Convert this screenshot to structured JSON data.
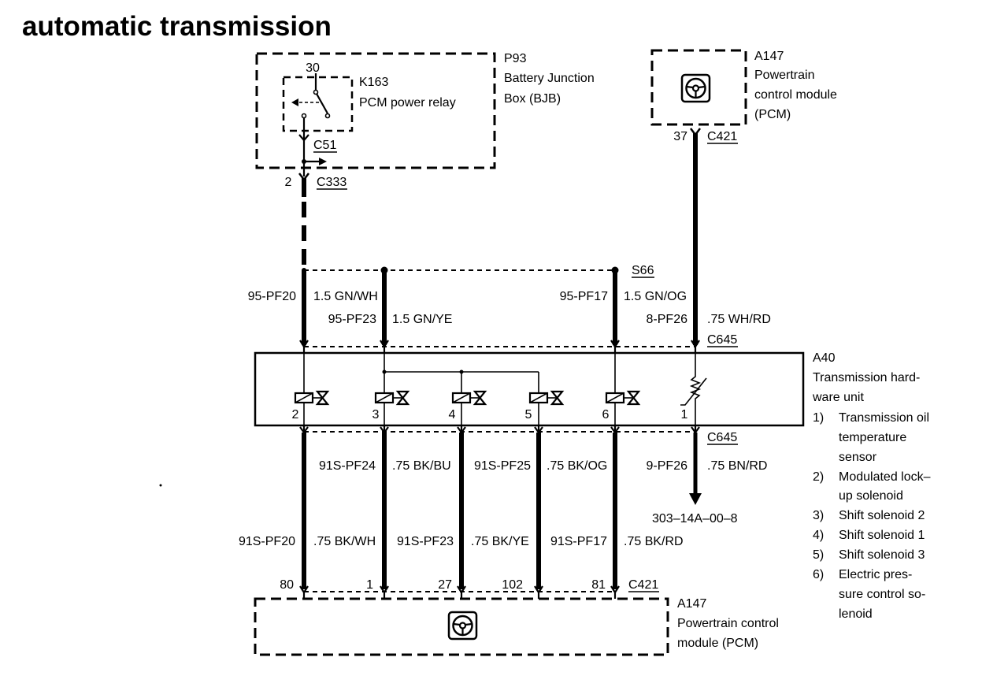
{
  "title": "automatic transmission",
  "bjb": {
    "id": "P93",
    "name": [
      "Battery Junction",
      "Box (BJB)"
    ],
    "relay": {
      "terminal": "30",
      "id": "K163",
      "name": "PCM power relay"
    },
    "internal_connector": "C51",
    "output_pin": "2",
    "output_connector": "C333"
  },
  "pcm_top": {
    "id": "A147",
    "name": [
      "Powertrain",
      "control module",
      "(PCM)"
    ],
    "pin": "37",
    "connector": "C421"
  },
  "splice": "S66",
  "upper_harness": {
    "wires": [
      {
        "circuit": "95-PF20",
        "spec": "1.5 GN/WH"
      },
      {
        "circuit": "95-PF23",
        "spec": "1.5 GN/YE"
      },
      {
        "circuit": "95-PF17",
        "spec": "1.5 GN/OG"
      },
      {
        "circuit": "8-PF26",
        "spec": ".75 WH/RD"
      }
    ],
    "connector": "C645"
  },
  "a40": {
    "id": "A40",
    "name": [
      "Transmission hard-",
      "ware unit"
    ],
    "component_numbers": [
      "2",
      "3",
      "4",
      "5",
      "6",
      "1"
    ],
    "legend": [
      {
        "num": "1)",
        "lines": [
          "Transmission oil",
          "temperature",
          "sensor"
        ]
      },
      {
        "num": "2)",
        "lines": [
          "Modulated lock–",
          "up solenoid"
        ]
      },
      {
        "num": "3)",
        "lines": [
          "Shift solenoid 2"
        ]
      },
      {
        "num": "4)",
        "lines": [
          "Shift solenoid 1"
        ]
      },
      {
        "num": "5)",
        "lines": [
          "Shift solenoid 3"
        ]
      },
      {
        "num": "6)",
        "lines": [
          "Electric pres-",
          "sure control so-",
          "lenoid"
        ]
      }
    ]
  },
  "lower_harness": {
    "connector": "C645",
    "wires": [
      {
        "circuit": "91S-PF20",
        "spec": ".75 BK/WH"
      },
      {
        "circuit": "91S-PF24",
        "spec": ".75 BK/BU"
      },
      {
        "circuit": "91S-PF23",
        "spec": ".75 BK/YE"
      },
      {
        "circuit": "91S-PF25",
        "spec": ".75 BK/OG"
      },
      {
        "circuit": "91S-PF17",
        "spec": ".75 BK/RD"
      },
      {
        "circuit": "9-PF26",
        "spec": ".75 BN/RD"
      }
    ],
    "ground_reference": "303–14A–00–8"
  },
  "pcm_bottom": {
    "pins": [
      "80",
      "1",
      "27",
      "102",
      "81"
    ],
    "connector": "C421",
    "id": "A147",
    "name": [
      "Powertrain control",
      "module (PCM)"
    ]
  }
}
